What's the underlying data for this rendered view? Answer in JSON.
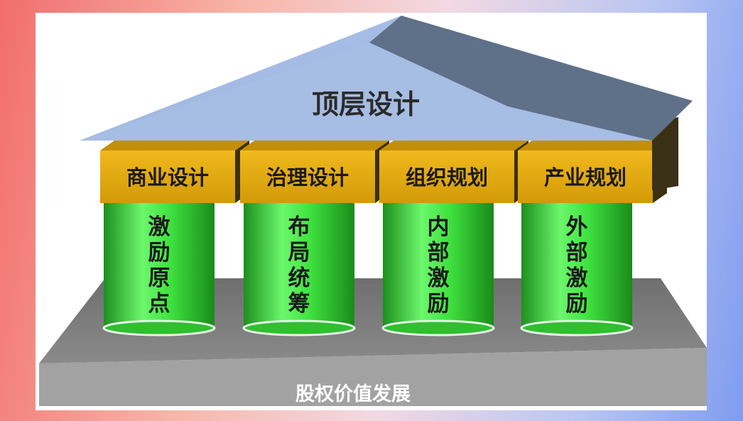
{
  "roof": {
    "title": "顶层设计"
  },
  "pillars": [
    {
      "cap": "商业设计",
      "body": "激励原点"
    },
    {
      "cap": "治理设计",
      "body": "布局统筹"
    },
    {
      "cap": "组织规划",
      "body": "内部激励"
    },
    {
      "cap": "产业规划",
      "body": "外部激励"
    }
  ],
  "base": {
    "label": "股权价值发展"
  },
  "colors": {
    "roof_light": "#a7bde3",
    "roof_dark": "#5f7089",
    "cap": "#e2a70d",
    "cap_dark": "#8a6d0a",
    "pillar": "#3fe23f",
    "base_top": "#7a7a7a",
    "base_front": "#9d9d9d"
  }
}
